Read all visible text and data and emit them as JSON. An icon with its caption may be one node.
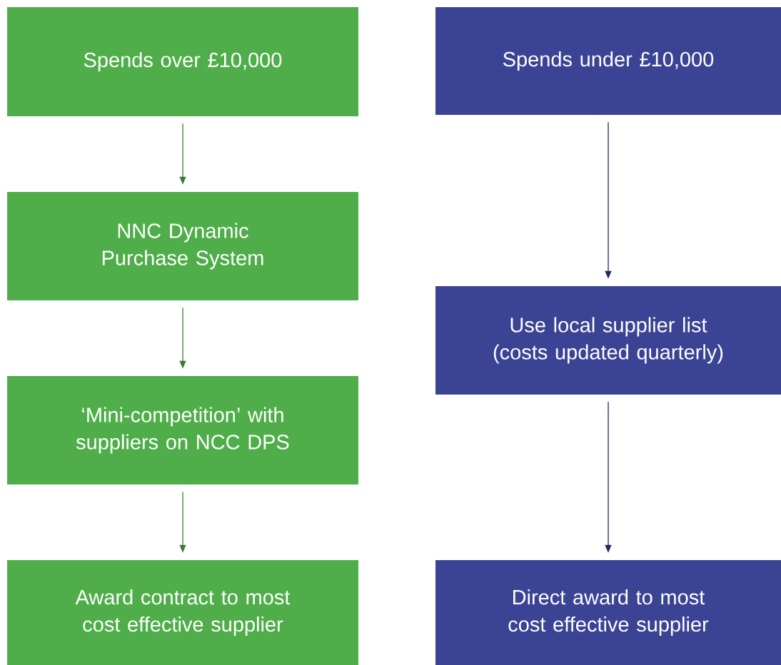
{
  "diagram": {
    "nodes": [
      {
        "text": [
          "Spends over £10,000"
        ]
      },
      {
        "text": [
          "NNC Dynamic Purchase System"
        ]
      },
      {
        "text": [
          "‘Mini-competition’ with suppliers on NCC DPS"
        ]
      },
      {
        "text": [
          "Award contract to most cost effective supplier"
        ]
      },
      {
        "text": [
          "Spends under £10,000"
        ]
      },
      {
        "text": [
          "Use local supplier list (costs updated quarterly)"
        ]
      },
      {
        "text": [
          "Direct award to most cost effective supplier"
        ]
      }
    ],
    "edges": [
      {
        "from": 0,
        "to": 1,
        "arrow": "to",
        "color": "#3a7a35"
      },
      {
        "from": 1,
        "to": 2,
        "arrow": "to",
        "color": "#3a7a35"
      },
      {
        "from": 2,
        "to": 3,
        "arrow": "to",
        "color": "#3a7a35"
      },
      {
        "from": 4,
        "to": 5,
        "arrow": "to",
        "color": "#1f2a5a"
      },
      {
        "from": 5,
        "to": 6,
        "arrow": "to",
        "color": "#1f2a5a"
      }
    ]
  }
}
